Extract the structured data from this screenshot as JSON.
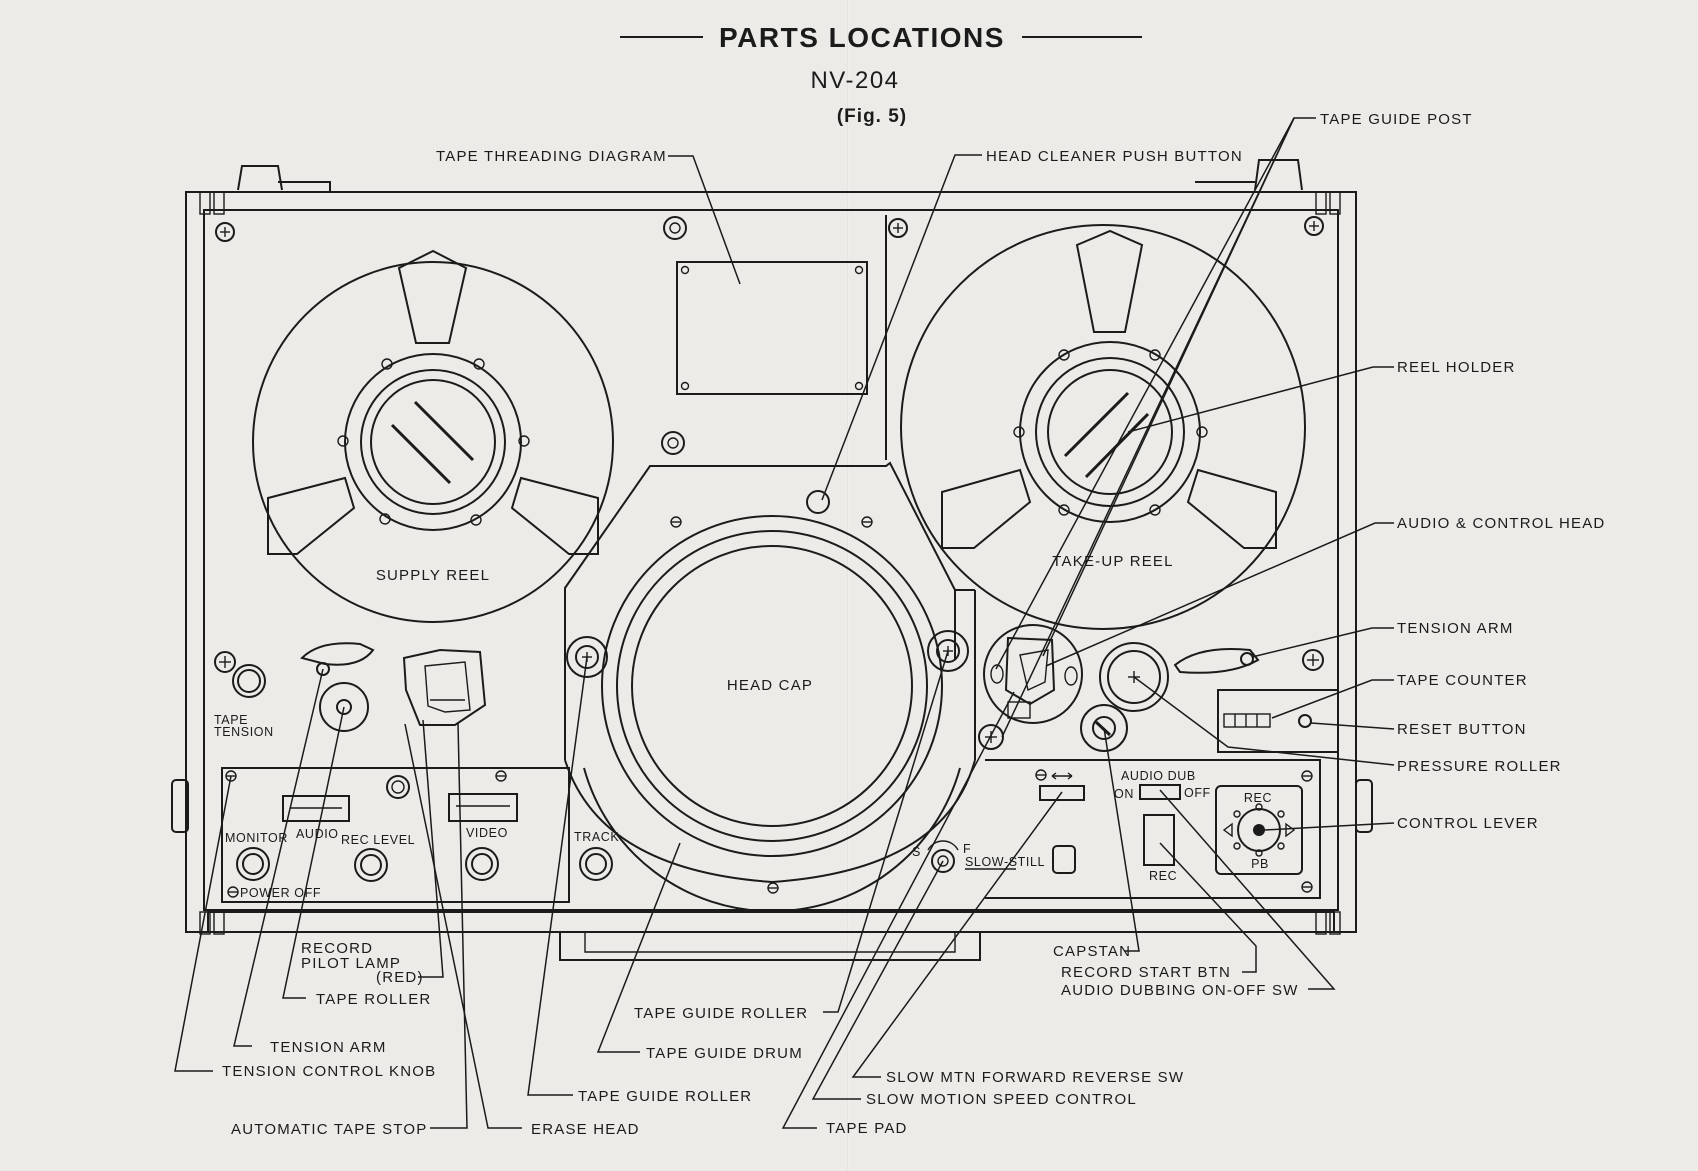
{
  "title": {
    "main": "PARTS LOCATIONS",
    "model": "NV-204",
    "figure": "(Fig. 5)"
  },
  "device_labels": {
    "supply_reel": "SUPPLY REEL",
    "take_up_reel": "TAKE-UP REEL",
    "head_cap": "HEAD CAP",
    "tape_tension": [
      "TAPE",
      "TENSION"
    ],
    "monitor": "MONITOR",
    "audio": "AUDIO",
    "rec_level": "REC LEVEL",
    "video": "VIDEO",
    "track": "TRACK",
    "power_off": "POWER OFF",
    "audio_dub": "AUDIO DUB",
    "on": "ON",
    "off": "OFF",
    "rec_button": "REC",
    "rec_lever": "REC",
    "pb_lever": "PB",
    "slow_still": "SLOW-STILL",
    "s": "S",
    "f": "F"
  },
  "callouts": {
    "tape_threading_diagram": "TAPE THREADING DIAGRAM",
    "head_cleaner_push_button": "HEAD CLEANER PUSH BUTTON",
    "tape_guide_post": "TAPE GUIDE POST",
    "reel_holder": "REEL HOLDER",
    "audio_control_head": "AUDIO & CONTROL HEAD",
    "tension_arm_right": "TENSION ARM",
    "tape_counter": "TAPE COUNTER",
    "reset_button": "RESET BUTTON",
    "pressure_roller": "PRESSURE ROLLER",
    "control_lever": "CONTROL LEVER",
    "capstan": "CAPSTAN",
    "record_start_btn": "RECORD START BTN",
    "audio_dubbing_sw": "AUDIO DUBBING ON-OFF SW",
    "record_pilot_lamp": [
      "RECORD",
      "PILOT LAMP",
      "(RED)"
    ],
    "tape_roller": "TAPE ROLLER",
    "tension_arm_left": "TENSION ARM",
    "tension_control_knob": "TENSION CONTROL KNOB",
    "automatic_tape_stop": "AUTOMATIC TAPE STOP",
    "erase_head": "ERASE HEAD",
    "tape_guide_roller_upper": "TAPE GUIDE ROLLER",
    "tape_guide_drum": "TAPE GUIDE DRUM",
    "tape_guide_roller_lower": "TAPE GUIDE ROLLER",
    "slow_mtn_forward_reverse_sw": "SLOW MTN FORWARD REVERSE SW",
    "slow_motion_speed_control": "SLOW MOTION SPEED CONTROL",
    "tape_pad": "TAPE PAD"
  }
}
